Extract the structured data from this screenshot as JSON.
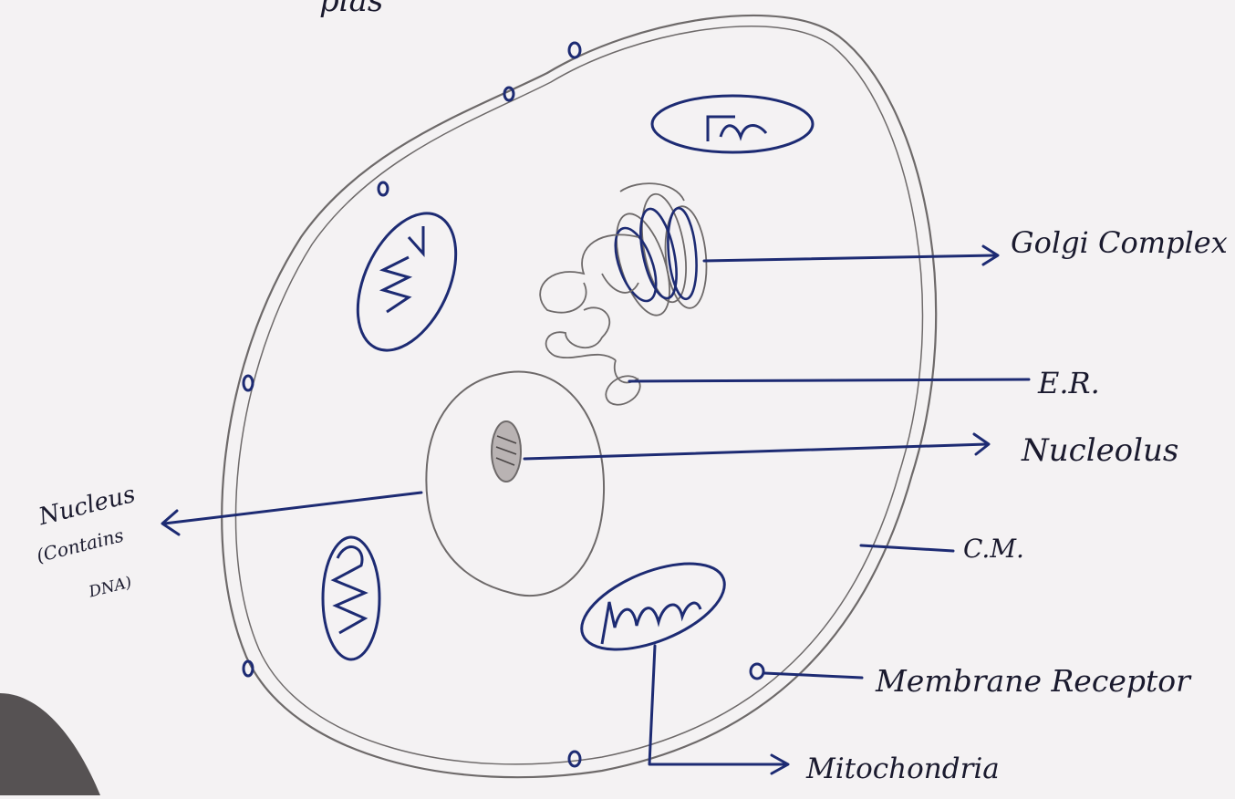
{
  "diagram": {
    "labels": {
      "golgi": "Golgi Complex",
      "er": "E.R.",
      "nucleolus": "Nucleolus",
      "cell_membrane": "C.M.",
      "membrane_receptor": "Membrane Receptor",
      "mitochondria": "Mitochondria",
      "nucleus": "Nucleus",
      "nucleus_note_1": "(Contains",
      "nucleus_note_2": "DNA)",
      "top_fragment": "plas"
    },
    "colors": {
      "pencil": "#6e6a6a",
      "pen": "#1d2b73",
      "ink_text": "#1a1a2e",
      "paper": "#f4f2f3"
    }
  }
}
